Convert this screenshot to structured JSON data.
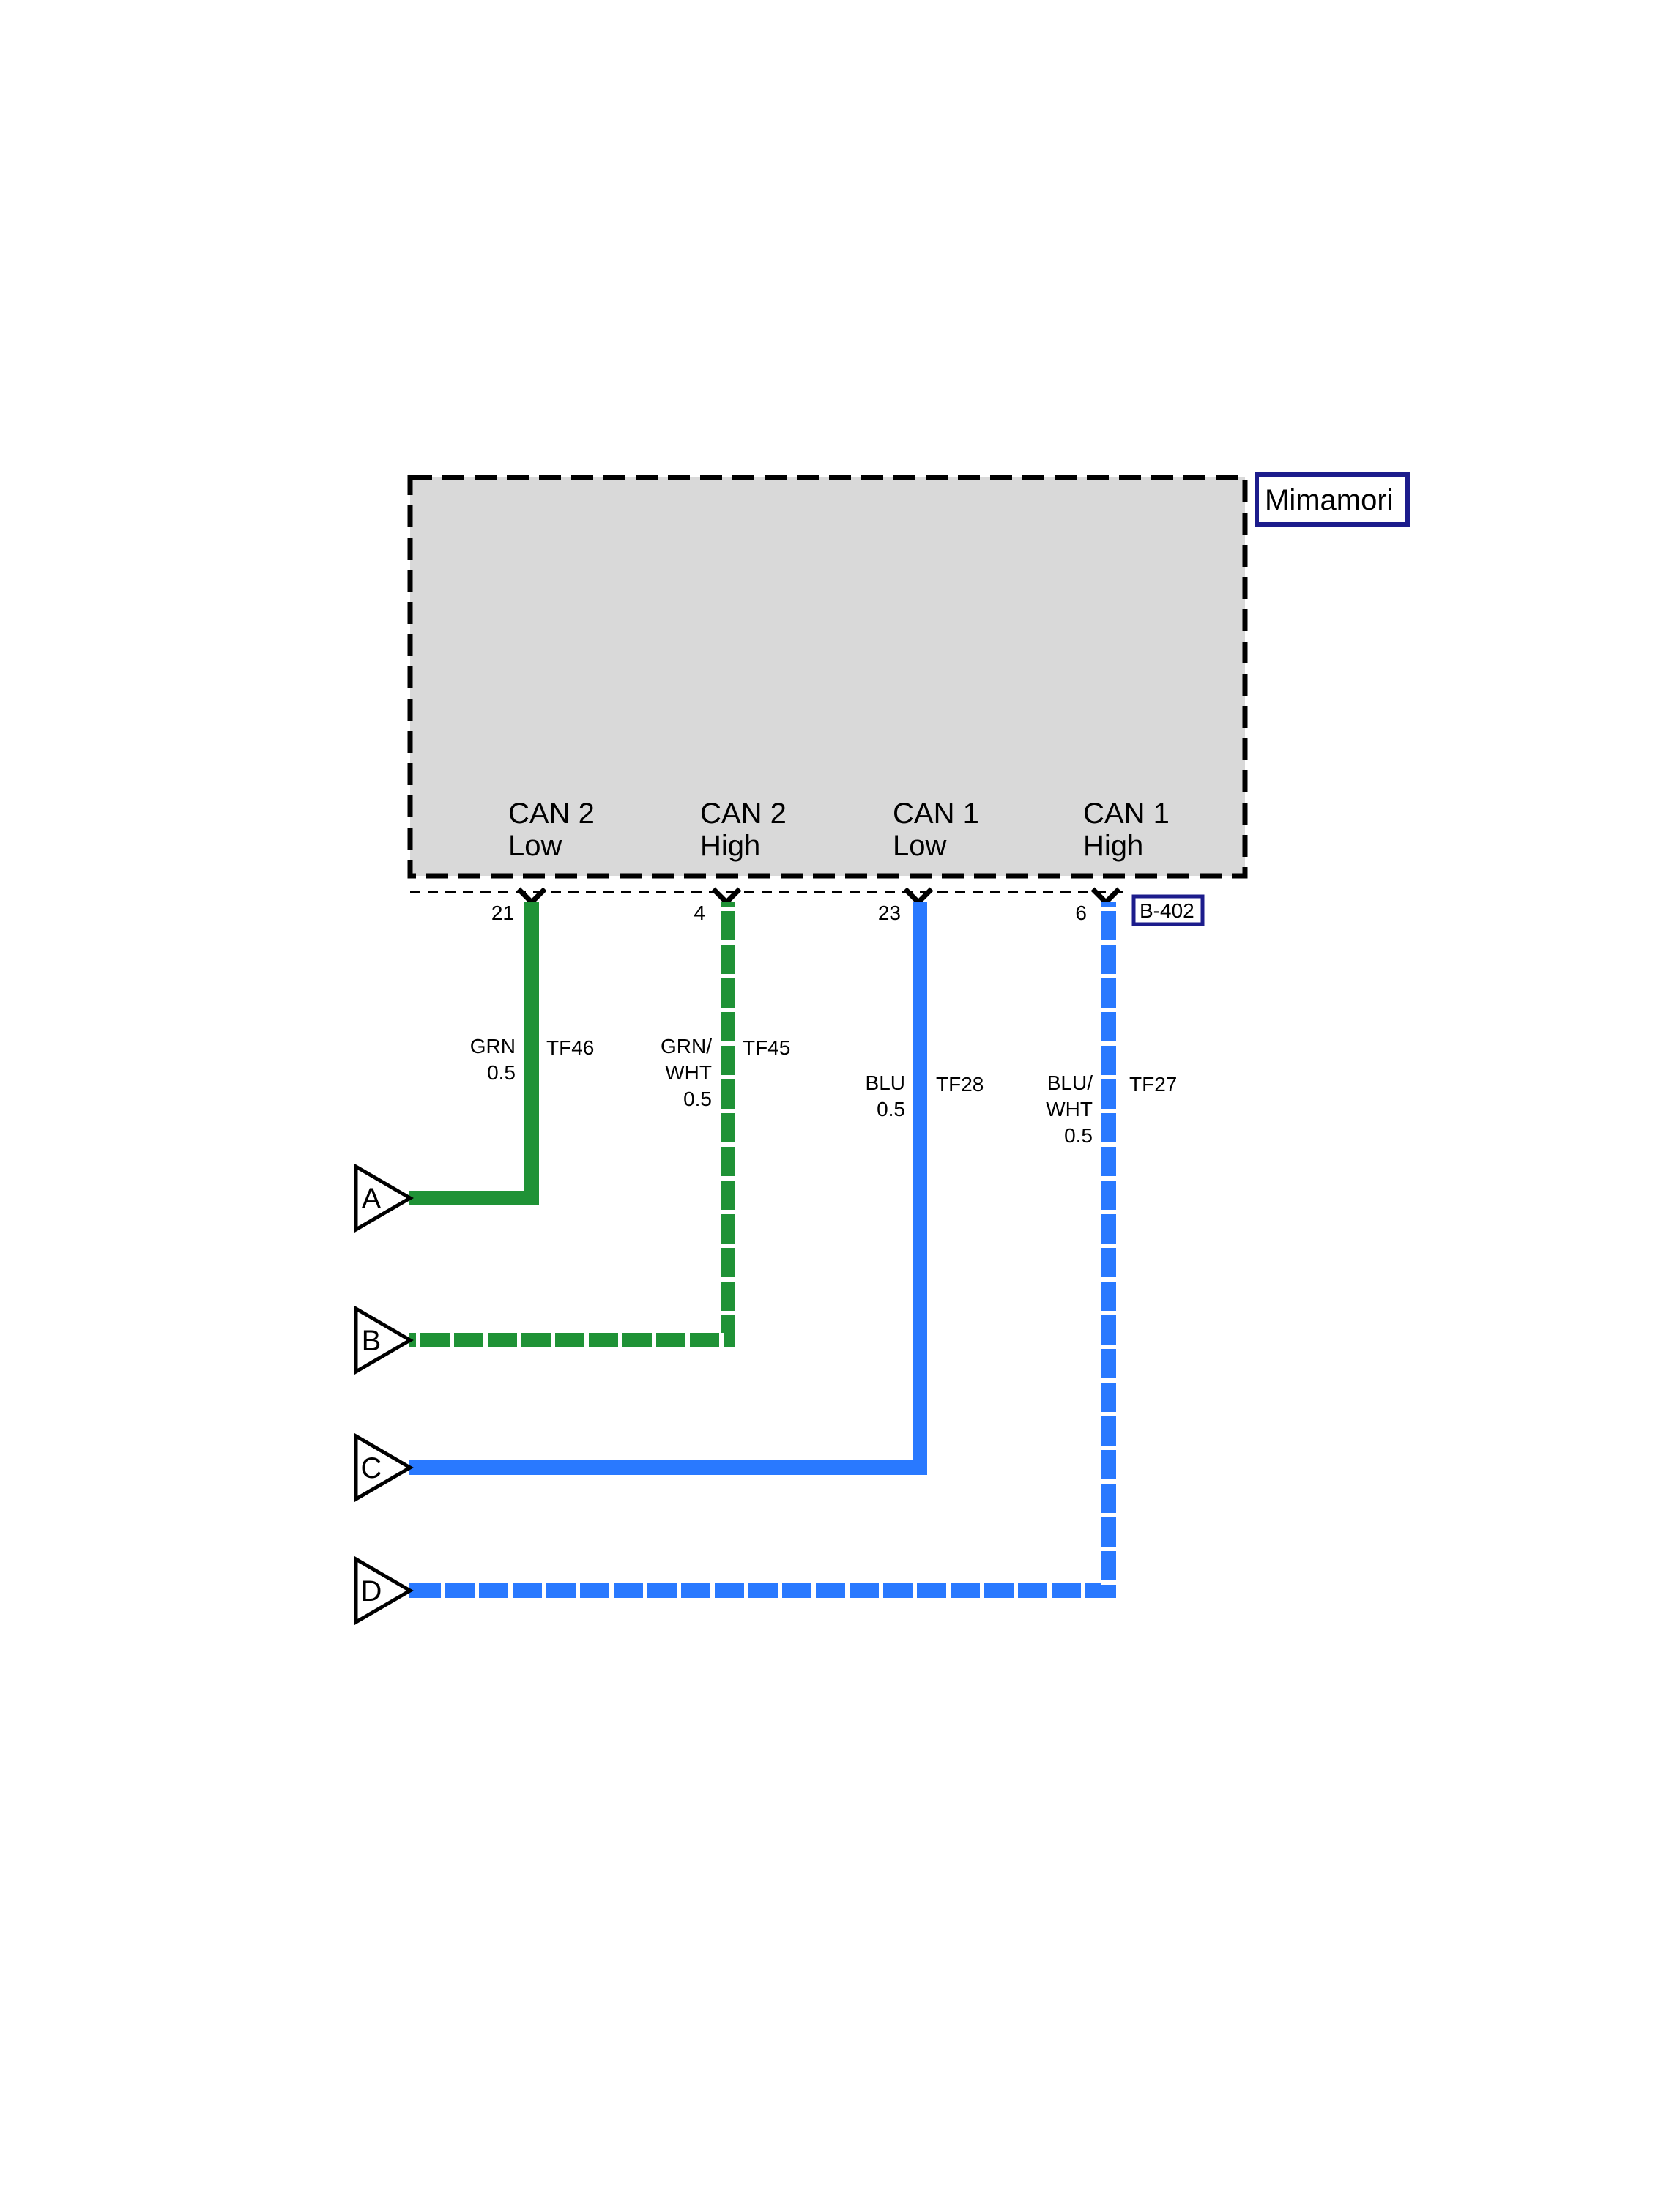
{
  "module": {
    "name": "Mimamori",
    "fill": "#d9d9d9",
    "border": "#000000",
    "tag_border": "#1c1c8c"
  },
  "connector": {
    "name": "B-402"
  },
  "colors": {
    "green": "#1f9236",
    "blue": "#2979ff",
    "tracer": "#ffffff"
  },
  "pins": [
    {
      "number": "21",
      "func_line1": "CAN 2",
      "func_line2": "Low",
      "wire_color": "GRN",
      "wire_color2": "",
      "size": "0.5",
      "circuit": "TF46",
      "stripe": false,
      "color": "green",
      "terminal": "A"
    },
    {
      "number": "4",
      "func_line1": "CAN 2",
      "func_line2": "High",
      "wire_color": "GRN/",
      "wire_color2": "WHT",
      "size": "0.5",
      "circuit": "TF45",
      "stripe": true,
      "color": "green",
      "terminal": "B"
    },
    {
      "number": "23",
      "func_line1": "CAN 1",
      "func_line2": "Low",
      "wire_color": "BLU",
      "wire_color2": "",
      "size": "0.5",
      "circuit": "TF28",
      "stripe": false,
      "color": "blue",
      "terminal": "C"
    },
    {
      "number": "6",
      "func_line1": "CAN 1",
      "func_line2": "High",
      "wire_color": "BLU/",
      "wire_color2": "WHT",
      "size": "0.5",
      "circuit": "TF27",
      "stripe": true,
      "color": "blue",
      "terminal": "D"
    }
  ]
}
